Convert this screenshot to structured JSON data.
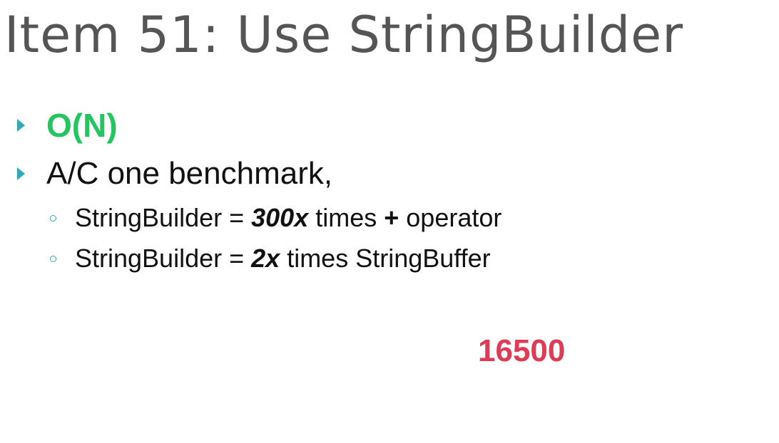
{
  "slide": {
    "title": "Item 51: Use StringBuilder",
    "bullets": [
      {
        "text": "O(N)",
        "color": "#22c55e"
      },
      {
        "text": "A/C one benchmark,"
      }
    ],
    "sub_bullets": [
      {
        "prefix": "StringBuilder = ",
        "emphasis": "300x",
        "middle": " times ",
        "operator": "+",
        "suffix": " operator"
      },
      {
        "prefix": "StringBuilder = ",
        "emphasis": "2x",
        "suffix": " times StringBuffer"
      }
    ],
    "number": {
      "text": "16500",
      "color": "#e03a55"
    },
    "colors": {
      "title": "#555555",
      "bullet_marker": "#31a9b8"
    }
  }
}
